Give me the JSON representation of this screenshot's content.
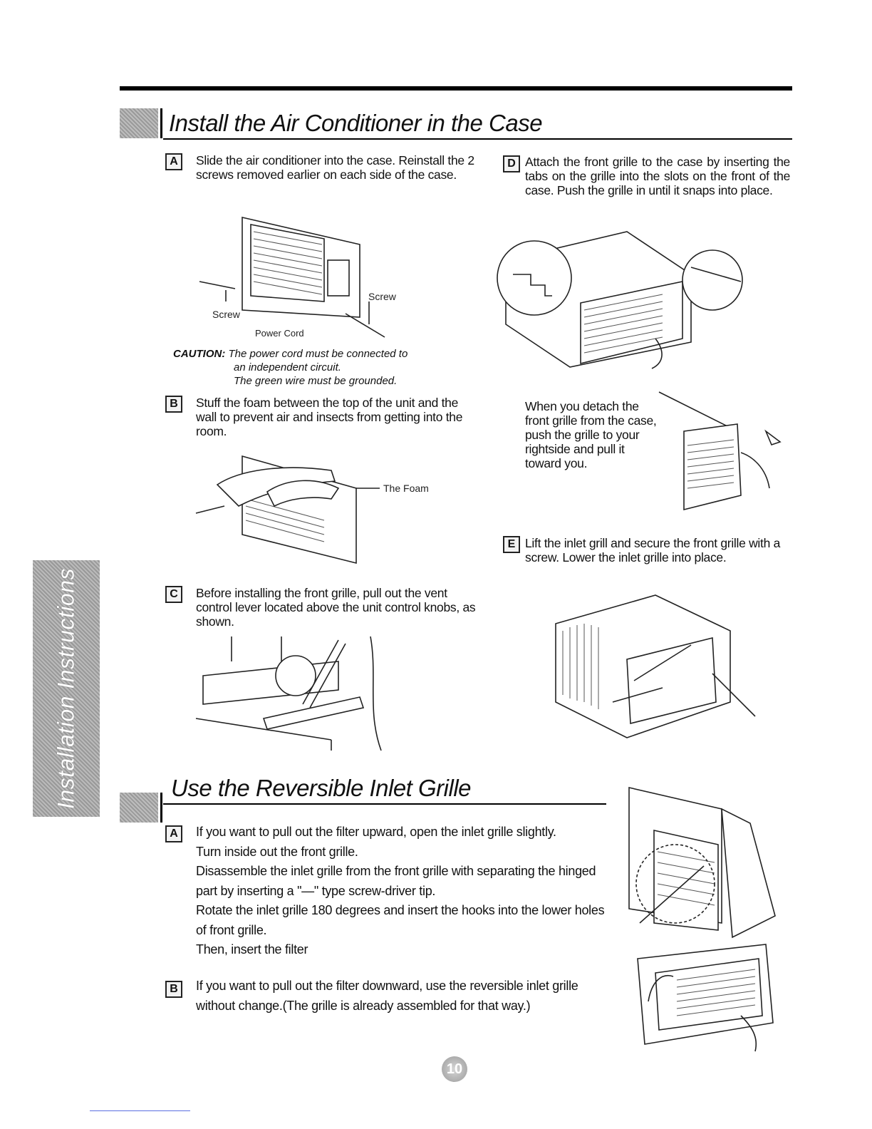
{
  "section1": {
    "title": "Install the Air Conditioner in the Case",
    "stepA": {
      "badge": "A",
      "text": "Slide the air conditioner into the case. Reinstall the 2 screws removed earlier on each side of the case."
    },
    "labels": {
      "screw_right": "Screw",
      "screw_left": "Screw",
      "power_cord": "Power Cord"
    },
    "caution": {
      "label": "CAUTION:",
      "line1": "The power cord must be connected to",
      "line2": "an independent circuit.",
      "line3": "The green wire must be grounded."
    },
    "stepB": {
      "badge": "B",
      "text": "Stuff the foam between the top of the unit and the wall to prevent air and insects from getting into the room."
    },
    "foam_label": "The Foam",
    "stepC": {
      "badge": "C",
      "text": "Before installing the front grille, pull out the vent control lever located above the unit control knobs, as shown."
    },
    "stepD": {
      "badge": "D",
      "text": "Attach the front grille to the case by inserting the tabs on the grille into the slots on the front of the case. Push the grille in until it snaps into place."
    },
    "detach_note": "When you detach the front grille from the case, push the grille to your rightside and pull it toward you.",
    "stepE": {
      "badge": "E",
      "text": "Lift the inlet grill and secure the front grille with a screw. Lower the inlet grille into place."
    }
  },
  "section2": {
    "title": "Use the Reversible Inlet Grille",
    "stepA": {
      "badge": "A",
      "line1": "If you want to pull out the filter upward, open the inlet grille slightly.",
      "line2": "Turn inside out the front grille.",
      "line3": "Disassemble the inlet grille from the front grille with separating the hinged part by inserting a \"—\" type screw-driver tip.",
      "line4": "Rotate the inlet grille 180 degrees and insert the hooks into the lower holes of front grille.",
      "line5": "Then, insert the filter"
    },
    "stepB": {
      "badge": "B",
      "text": "If you want to pull out the filter downward, use the reversible inlet grille without change.(The grille is already assembled for that way.)"
    }
  },
  "side_tab": "Installation Instructions",
  "page_number": "10",
  "icons": {
    "section_marker": "gray-square-marker",
    "page_badge": "circle-badge"
  }
}
